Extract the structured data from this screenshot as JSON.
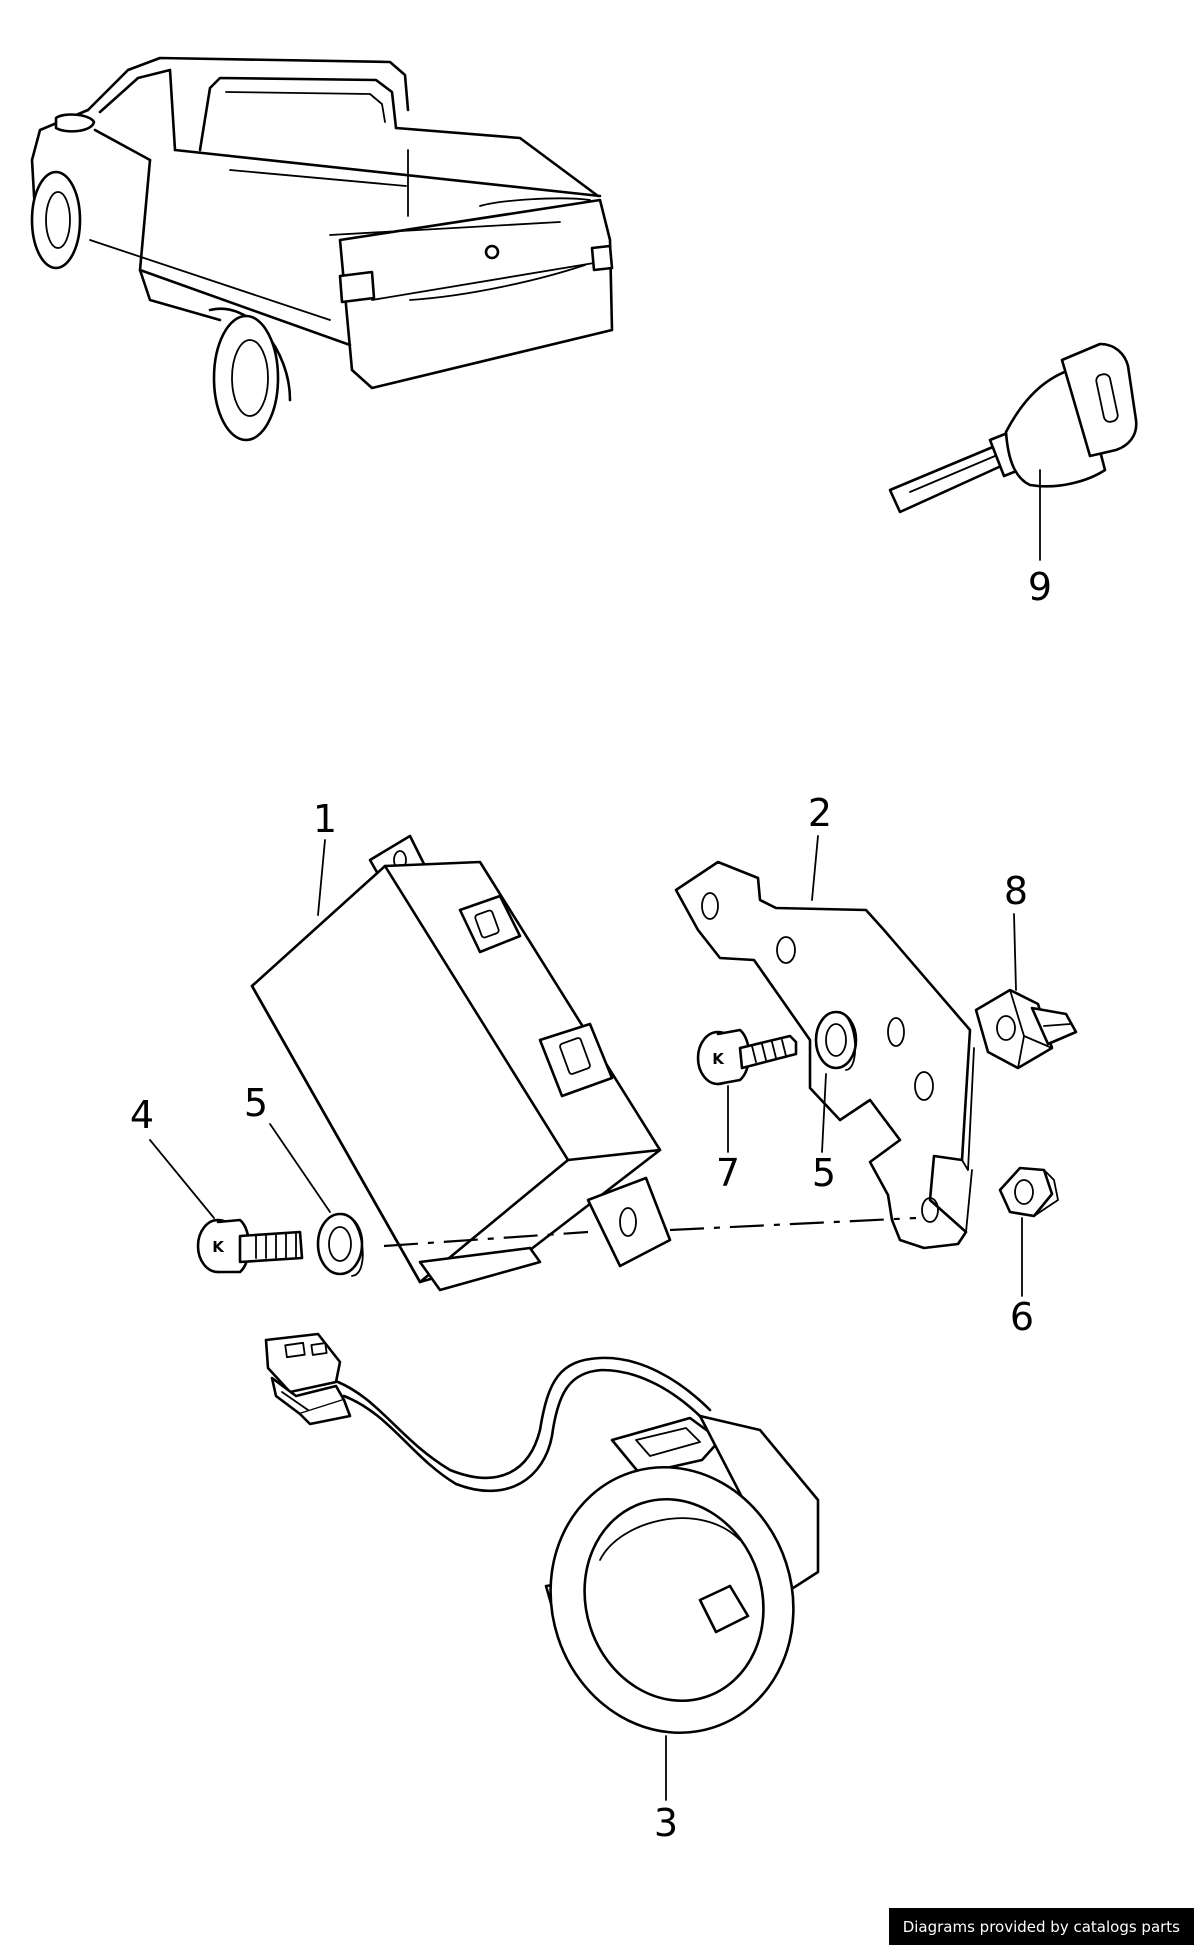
{
  "callouts": {
    "c1": "1",
    "c2": "2",
    "c3": "3",
    "c4": "4",
    "c5a": "5",
    "c5b": "5",
    "c6": "6",
    "c7": "7",
    "c8": "8",
    "c9": "9"
  },
  "part_marks": {
    "screw_4": "K",
    "screw_7": "K"
  },
  "credit": "Diagrams provided by catalogs parts",
  "colors": {
    "line": "#000000",
    "background": "#ffffff",
    "credit_bg": "#000000",
    "credit_text": "#ffffff"
  }
}
